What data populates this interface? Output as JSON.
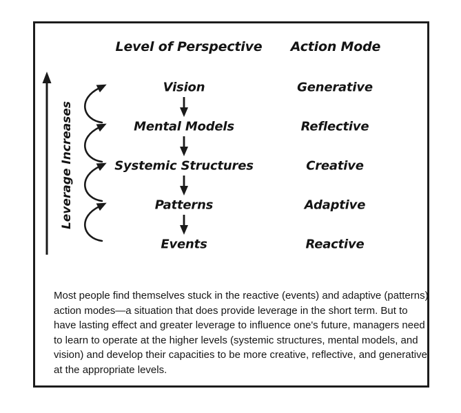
{
  "figure": {
    "headers": {
      "level": "Level of Perspective",
      "mode": "Action Mode"
    },
    "leverage_label": "Leverage Increases",
    "rows": [
      {
        "level": "Vision",
        "mode": "Generative"
      },
      {
        "level": "Mental Models",
        "mode": "Reflective"
      },
      {
        "level": "Systemic Structures",
        "mode": "Creative"
      },
      {
        "level": "Patterns",
        "mode": "Adaptive"
      },
      {
        "level": "Events",
        "mode": "Reactive"
      }
    ],
    "icons": {
      "leverage_axis": "up-arrow-icon",
      "level_connector": "down-arrow-icon",
      "leverage_step": "curved-arrow-icon"
    },
    "colors": {
      "ink": "#1a1a1a",
      "background": "#ffffff"
    }
  },
  "caption": {
    "text": "Most people find themselves stuck in the reactive (events) and adaptive (patterns) action modes—a situation that does provide leverage in the short term. But to have lasting effect and greater leverage to influence one's future, managers need to learn to operate at the higher levels (systemic structures, mental models, and vision) and develop their capacities to be more creative, reflective, and generative at the appropriate levels."
  }
}
